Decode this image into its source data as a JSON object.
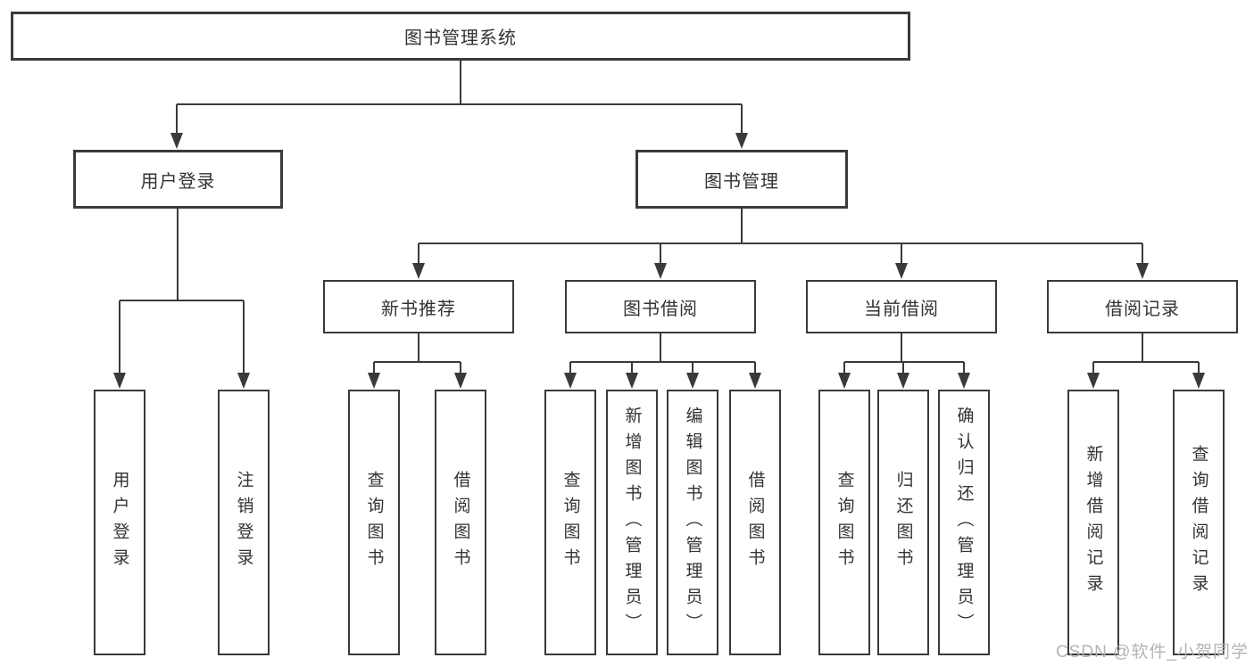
{
  "colors": {
    "background": "#ffffff",
    "line": "#3a3a3c",
    "text": "#333333",
    "watermark": "#b0b0b0"
  },
  "watermark": {
    "text": "CSDN @软件_小贺同学"
  },
  "tree": {
    "root": {
      "label": "图书管理系统"
    },
    "level2": [
      {
        "label": "用户登录",
        "leaves": [
          {
            "label": "用户登录"
          },
          {
            "label": "注销登录"
          }
        ]
      },
      {
        "label": "图书管理",
        "level3": [
          {
            "label": "新书推荐",
            "leaves": [
              {
                "label": "查询图书"
              },
              {
                "label": "借阅图书"
              }
            ]
          },
          {
            "label": "图书借阅",
            "leaves": [
              {
                "label": "查询图书"
              },
              {
                "label": "新增图书（管理员）"
              },
              {
                "label": "编辑图书（管理员）"
              },
              {
                "label": "借阅图书"
              }
            ]
          },
          {
            "label": "当前借阅",
            "leaves": [
              {
                "label": "查询图书"
              },
              {
                "label": "归还图书"
              },
              {
                "label": "确认归还（管理员）"
              }
            ]
          },
          {
            "label": "借阅记录",
            "leaves": [
              {
                "label": "新增借阅记录"
              },
              {
                "label": "查询借阅记录"
              }
            ]
          }
        ]
      }
    ]
  }
}
